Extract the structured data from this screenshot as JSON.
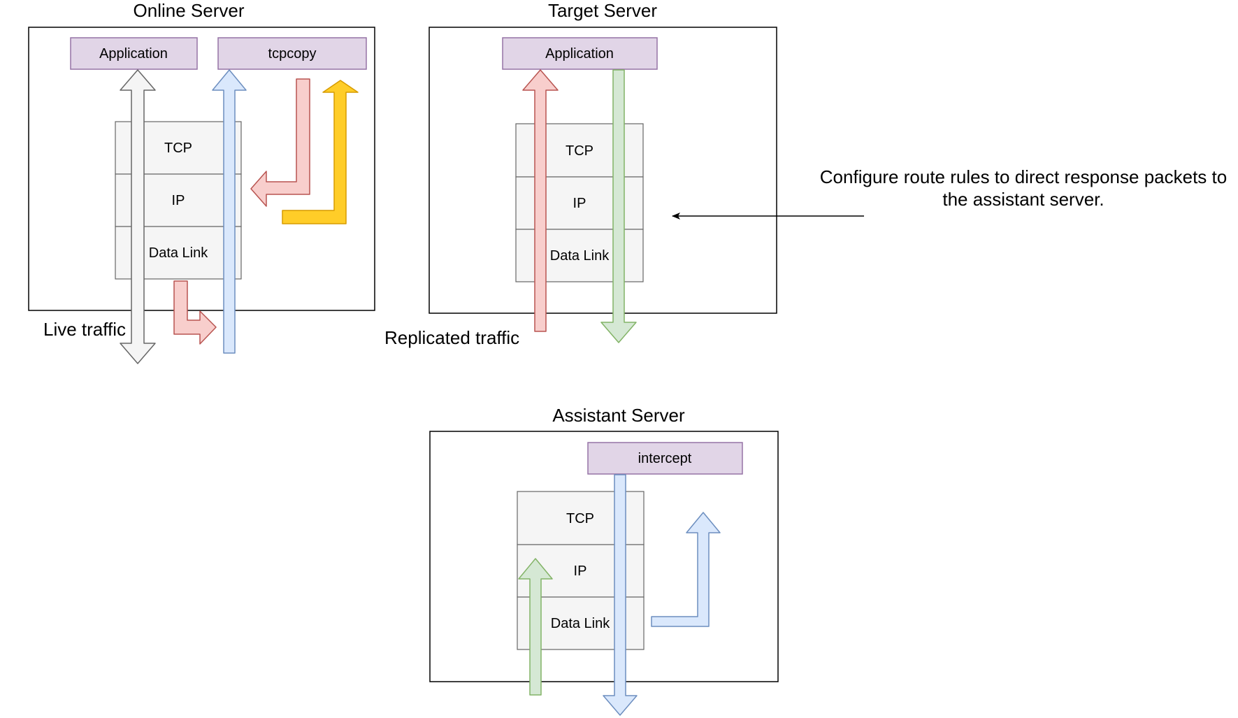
{
  "servers": {
    "online": {
      "title": "Online Server",
      "application": "Application",
      "tcpcopy": "tcpcopy",
      "layers": [
        "TCP",
        "IP",
        "Data Link"
      ],
      "live_traffic": "Live traffic"
    },
    "target": {
      "title": "Target Server",
      "application": "Application",
      "layers": [
        "TCP",
        "IP",
        "Data Link"
      ],
      "replicated_traffic": "Replicated traffic"
    },
    "assistant": {
      "title": "Assistant Server",
      "intercept": "intercept",
      "layers": [
        "TCP",
        "IP",
        "Data Link"
      ]
    }
  },
  "annotation": {
    "line1": "Configure route rules to direct response packets to",
    "line2": "the assistant server."
  },
  "colors": {
    "app_fill": "#e1d5e7",
    "app_stroke": "#9673a6",
    "layer_fill": "#f5f5f5",
    "layer_stroke": "#666666",
    "gray_fill": "#f5f5f5",
    "gray_stroke": "#666666",
    "blue_fill": "#dae8fc",
    "blue_stroke": "#6c8ebf",
    "red_fill": "#f8cecc",
    "red_stroke": "#b85450",
    "orange_fill": "#ffcd28",
    "orange_stroke": "#d79b00",
    "green_fill": "#d5e8d4",
    "green_stroke": "#82b366"
  }
}
